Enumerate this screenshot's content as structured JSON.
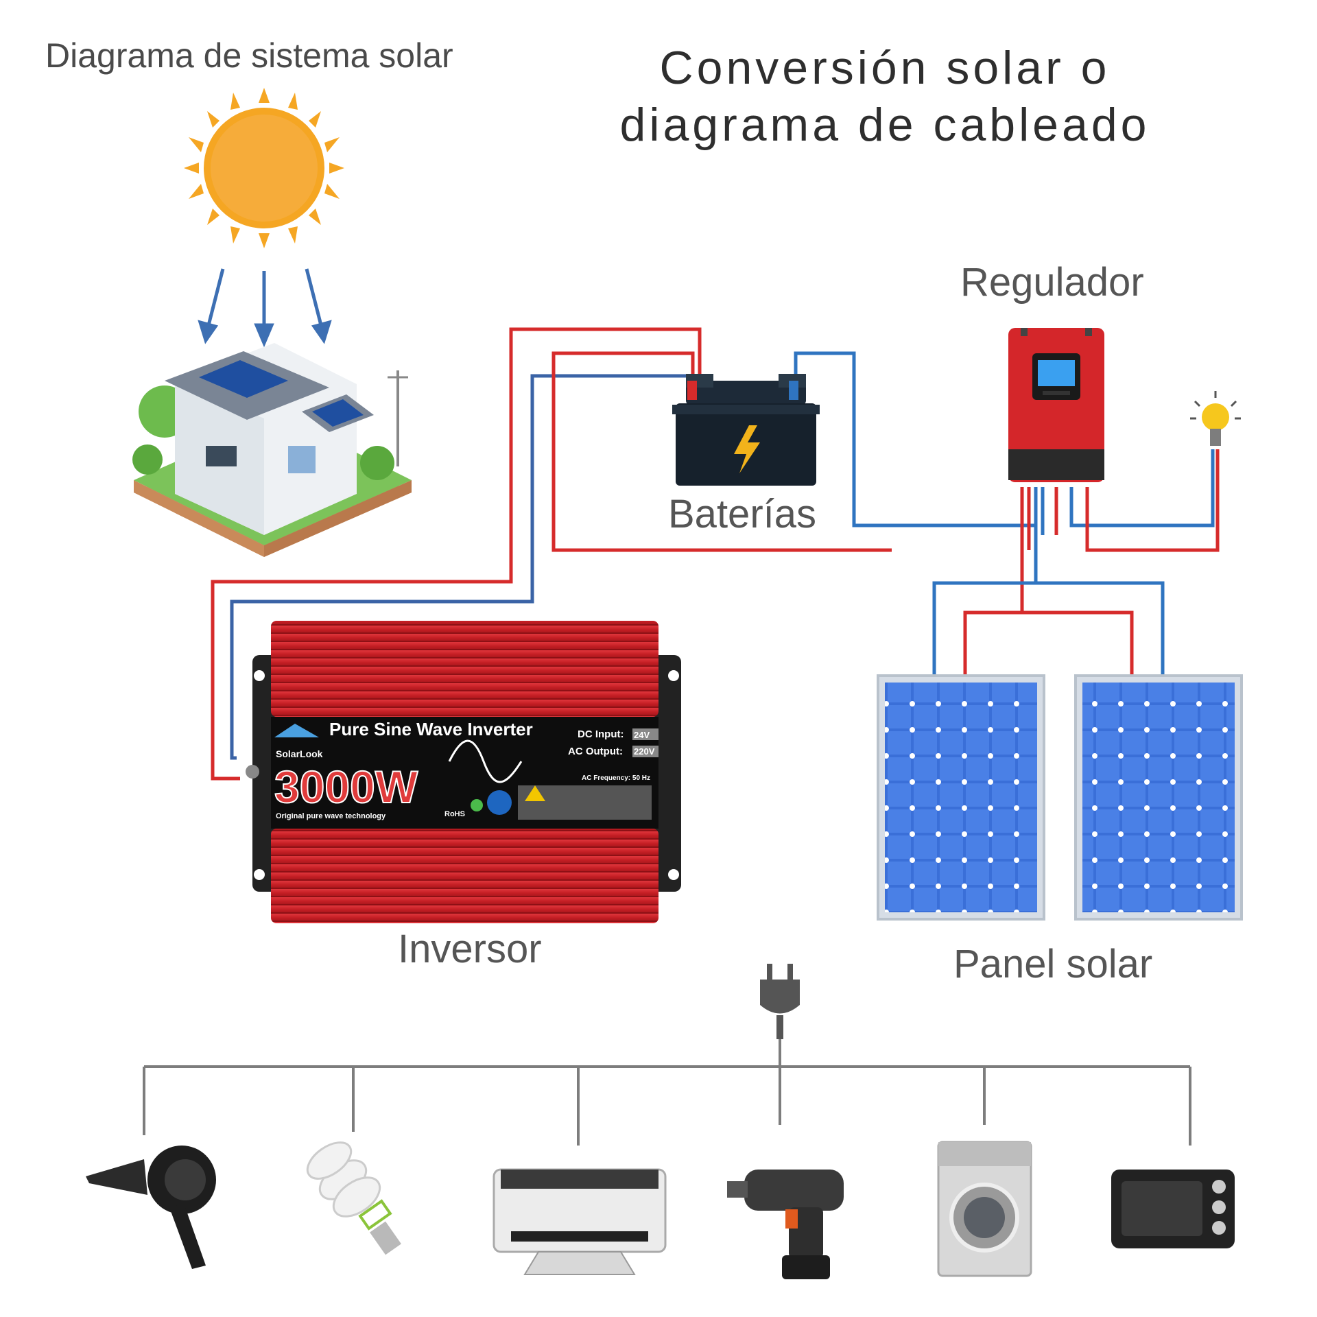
{
  "subtitle": "Diagrama de sistema solar",
  "title": "Conversión solar o diagrama de cableado",
  "labels": {
    "regulator": "Regulador",
    "batteries": "Baterías",
    "inverter": "Inversor",
    "solar_panel": "Panel solar"
  },
  "inverter": {
    "heading": "Pure Sine Wave Inverter",
    "brand": "SolarLook",
    "power": "3000W",
    "tagline": "Original pure wave technology",
    "dc_input_label": "DC Input:",
    "dc_input_value": "24V",
    "ac_output_label": "AC Output:",
    "ac_output_value": "220V",
    "ac_frequency": "AC Frequency: 50 Hz",
    "rohs": "RoHS"
  },
  "colors": {
    "positive_wire": "#d62b2b",
    "negative_wire": "#2f74c0",
    "inverter_body": "#c41e24",
    "sun": "#f5a623",
    "panel": "#3a6fd8"
  },
  "appliances": [
    "hair-dryer-icon",
    "cfl-bulb-icon",
    "printer-icon",
    "drill-icon",
    "washing-machine-icon",
    "toaster-oven-icon"
  ]
}
